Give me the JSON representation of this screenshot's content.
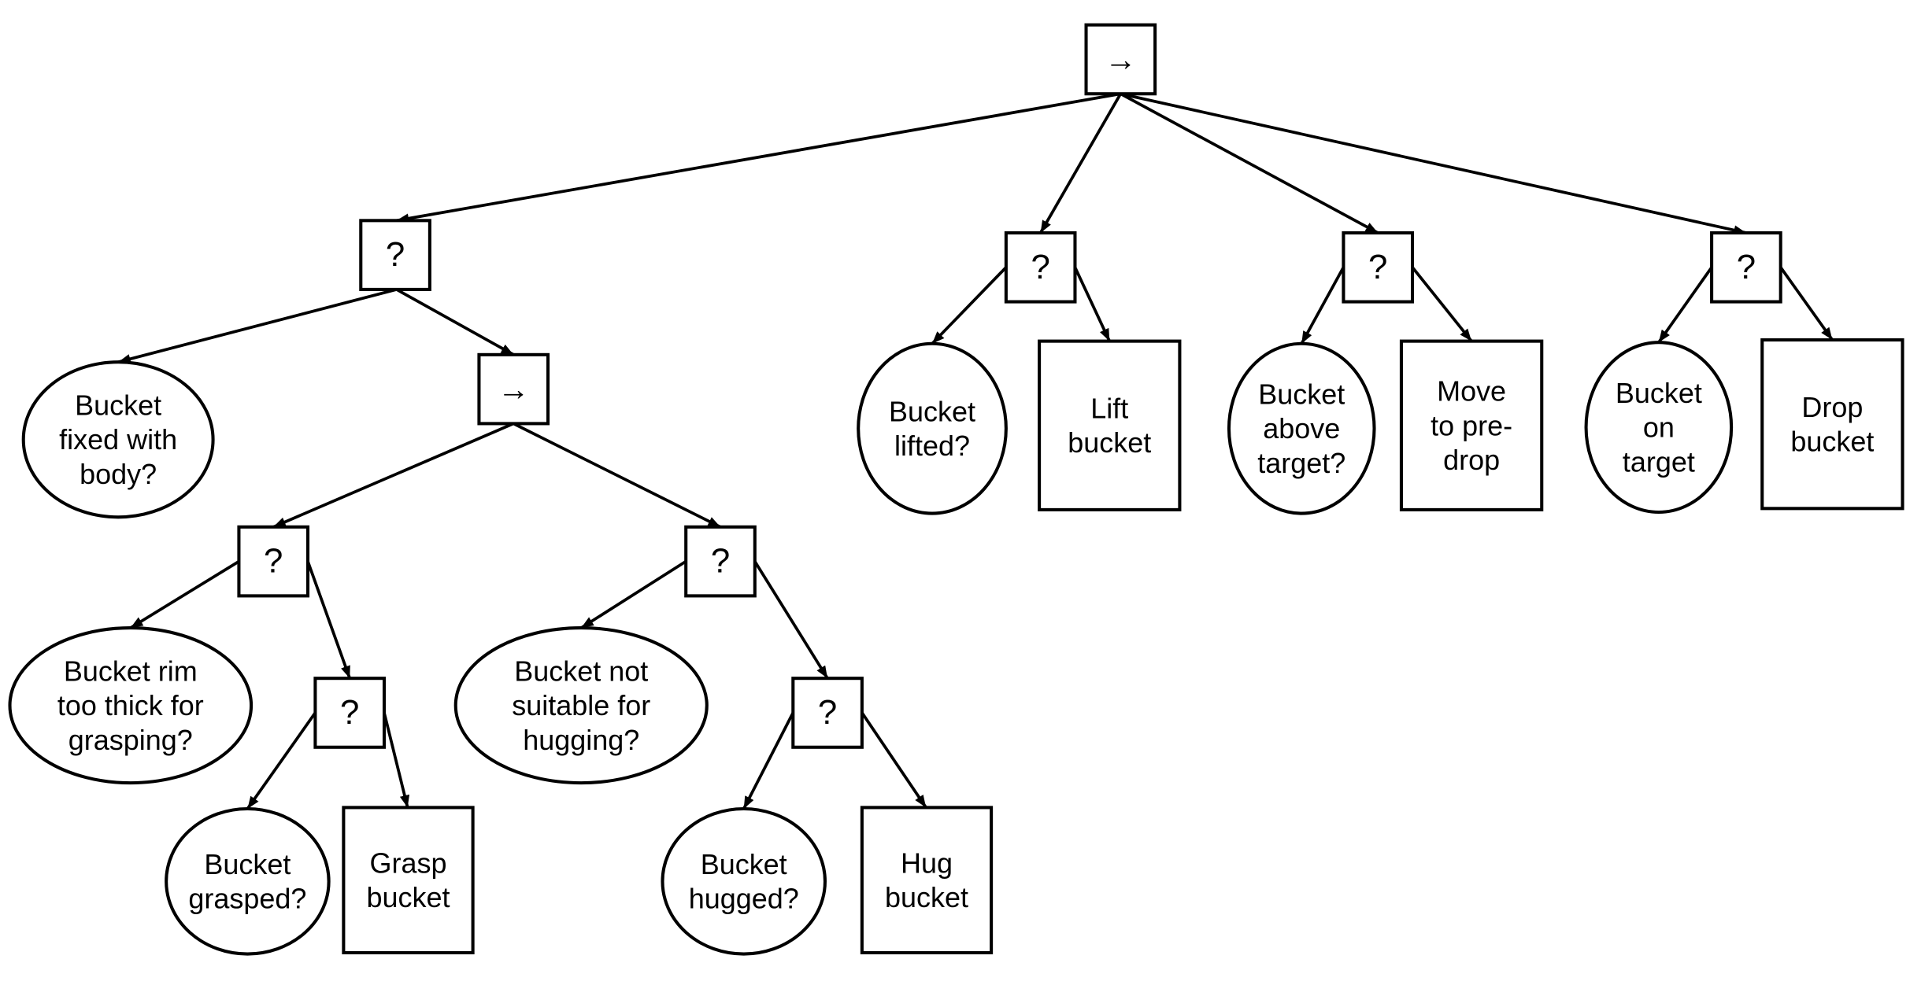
{
  "diagram": {
    "type": "behavior-tree",
    "nodes": [
      {
        "id": "root",
        "kind": "sequence",
        "label": "→"
      },
      {
        "id": "fb1",
        "kind": "fallback",
        "label": "?"
      },
      {
        "id": "fixed",
        "kind": "condition",
        "label": "Bucket fixed with body?"
      },
      {
        "id": "seq2",
        "kind": "sequence",
        "label": "→"
      },
      {
        "id": "fb_grasp",
        "kind": "fallback",
        "label": "?"
      },
      {
        "id": "rim",
        "kind": "condition",
        "label": "Bucket rim too thick for grasping?"
      },
      {
        "id": "fb_grasp2",
        "kind": "fallback",
        "label": "?"
      },
      {
        "id": "grasped",
        "kind": "condition",
        "label": "Bucket grasped?"
      },
      {
        "id": "grasp",
        "kind": "action",
        "label": "Grasp bucket"
      },
      {
        "id": "fb_hug",
        "kind": "fallback",
        "label": "?"
      },
      {
        "id": "notsuitable",
        "kind": "condition",
        "label": "Bucket not suitable for hugging?"
      },
      {
        "id": "fb_hug2",
        "kind": "fallback",
        "label": "?"
      },
      {
        "id": "hugged",
        "kind": "condition",
        "label": "Bucket hugged?"
      },
      {
        "id": "hug",
        "kind": "action",
        "label": "Hug bucket"
      },
      {
        "id": "fb_lift",
        "kind": "fallback",
        "label": "?"
      },
      {
        "id": "lifted",
        "kind": "condition",
        "label": "Bucket lifted?"
      },
      {
        "id": "lift",
        "kind": "action",
        "label": "Lift bucket"
      },
      {
        "id": "fb_move",
        "kind": "fallback",
        "label": "?"
      },
      {
        "id": "above",
        "kind": "condition",
        "label": "Bucket above target?"
      },
      {
        "id": "move",
        "kind": "action",
        "label": "Move to pre-drop"
      },
      {
        "id": "fb_drop",
        "kind": "fallback",
        "label": "?"
      },
      {
        "id": "ontarget",
        "kind": "condition",
        "label": "Bucket on target"
      },
      {
        "id": "drop",
        "kind": "action",
        "label": "Drop bucket"
      }
    ],
    "edges": [
      [
        "root",
        "fb1"
      ],
      [
        "root",
        "fb_lift"
      ],
      [
        "root",
        "fb_move"
      ],
      [
        "root",
        "fb_drop"
      ],
      [
        "fb1",
        "fixed"
      ],
      [
        "fb1",
        "seq2"
      ],
      [
        "seq2",
        "fb_grasp"
      ],
      [
        "seq2",
        "fb_hug"
      ],
      [
        "fb_grasp",
        "rim"
      ],
      [
        "fb_grasp",
        "fb_grasp2"
      ],
      [
        "fb_grasp2",
        "grasped"
      ],
      [
        "fb_grasp2",
        "grasp"
      ],
      [
        "fb_hug",
        "notsuitable"
      ],
      [
        "fb_hug",
        "fb_hug2"
      ],
      [
        "fb_hug2",
        "hugged"
      ],
      [
        "fb_hug2",
        "hug"
      ],
      [
        "fb_lift",
        "lifted"
      ],
      [
        "fb_lift",
        "lift"
      ],
      [
        "fb_move",
        "above"
      ],
      [
        "fb_move",
        "move"
      ],
      [
        "fb_drop",
        "ontarget"
      ],
      [
        "fb_drop",
        "drop"
      ]
    ]
  }
}
